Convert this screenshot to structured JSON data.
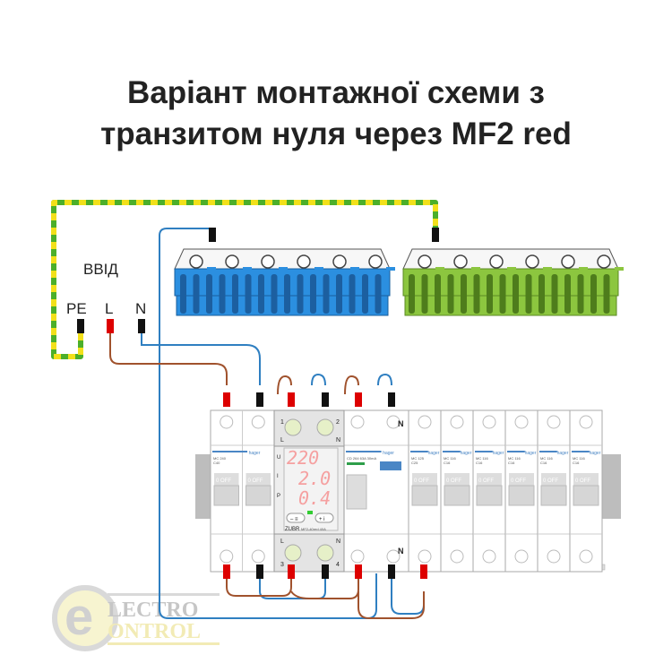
{
  "title": {
    "line1": "Варіант монтажної схеми з",
    "line2": "транзитом нуля через MF2 red"
  },
  "input": {
    "label": "ВВІД",
    "pe": "PE",
    "l": "L",
    "n": "N"
  },
  "relay": {
    "brand": "ZUBR",
    "model": "MF2-40red 40A",
    "u_label": "U",
    "i_label": "I",
    "p_label": "P",
    "voltage": "220",
    "current": "2.0",
    "power": "0.4",
    "t1": "1",
    "t2": "2",
    "t3": "3",
    "t4": "4",
    "l": "L",
    "n": "N",
    "minus_btn": "– ≡",
    "plus_btn": "+ i"
  },
  "breaker_brand": "hager",
  "modules": [
    {
      "model": "MC 240",
      "rating": "C40"
    },
    {
      "model": "CD 264 63A 30mA",
      "rating": ""
    },
    {
      "model": "MC 125",
      "rating": "C25"
    },
    {
      "model": "MC 116",
      "rating": "C16"
    },
    {
      "model": "MC 116",
      "rating": "C16"
    },
    {
      "model": "MC 116",
      "rating": "C16"
    },
    {
      "model": "MC 116",
      "rating": "C16"
    },
    {
      "model": "MC 116",
      "rating": "C16"
    }
  ],
  "switch_label": "0 OFF",
  "n_mark": "N",
  "logo": {
    "line1": "LECTRO",
    "line2": "ONTROL"
  },
  "colors": {
    "neutral": "#2f7fc1",
    "phase": "#a0522d",
    "pe_green": "#4caf2a",
    "pe_yellow": "#f2e01a",
    "blue_bar": "#2b8fe0",
    "green_bar": "#8cc63f"
  }
}
